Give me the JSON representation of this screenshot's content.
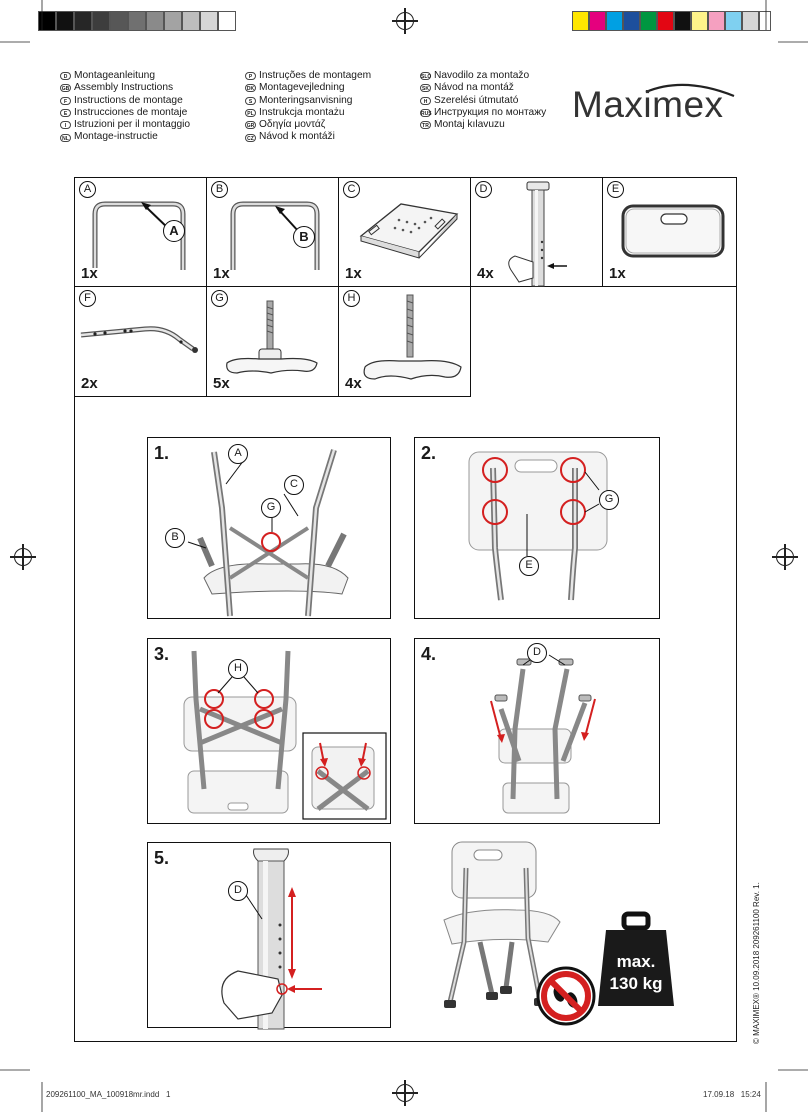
{
  "brand": {
    "logo_text": "Maximex"
  },
  "languages": {
    "col1": [
      {
        "code": "D",
        "text": "Montageanleitung"
      },
      {
        "code": "GB",
        "text": "Assembly Instructions"
      },
      {
        "code": "F",
        "text": "Instructions de montage"
      },
      {
        "code": "E",
        "text": "Instrucciones de montaje"
      },
      {
        "code": "I",
        "text": "Istruzioni per il montaggio"
      },
      {
        "code": "NL",
        "text": "Montage-instructie"
      }
    ],
    "col2": [
      {
        "code": "P",
        "text": "Instruções de montagem"
      },
      {
        "code": "DK",
        "text": "Montagevejledning"
      },
      {
        "code": "S",
        "text": "Monteringsanvisning"
      },
      {
        "code": "PL",
        "text": "Instrukcja montażu"
      },
      {
        "code": "GR",
        "text": "Οδηγία μοντάζ"
      },
      {
        "code": "CZ",
        "text": "Návod k montáži"
      }
    ],
    "col3": [
      {
        "code": "SLO",
        "text": "Navodilo za montažo"
      },
      {
        "code": "SK",
        "text": "Návod na montáž"
      },
      {
        "code": "H",
        "text": "Szerelési útmutató"
      },
      {
        "code": "RUS",
        "text": "Инструкция по монтажу"
      },
      {
        "code": "TR",
        "text": "Montaj kılavuzu"
      }
    ]
  },
  "parts": [
    {
      "letter": "A",
      "qty": "1x",
      "callout": "A"
    },
    {
      "letter": "B",
      "qty": "1x",
      "callout": "B"
    },
    {
      "letter": "C",
      "qty": "1x"
    },
    {
      "letter": "D",
      "qty": "4x"
    },
    {
      "letter": "E",
      "qty": "1x"
    },
    {
      "letter": "F",
      "qty": "2x"
    },
    {
      "letter": "G",
      "qty": "5x"
    },
    {
      "letter": "H",
      "qty": "4x"
    }
  ],
  "steps": [
    {
      "num": "1.",
      "callouts": [
        "A",
        "B",
        "C",
        "G"
      ]
    },
    {
      "num": "2.",
      "callouts": [
        "G",
        "E"
      ]
    },
    {
      "num": "3.",
      "callouts": [
        "H"
      ]
    },
    {
      "num": "4.",
      "callouts": [
        "D"
      ]
    },
    {
      "num": "5.",
      "callouts": [
        "D"
      ]
    }
  ],
  "weight": {
    "line1": "max.",
    "line2": "130 kg"
  },
  "copyright": "© MAXIMEX® 10.09.2018 209261100 Rev. 1.",
  "footer": {
    "file": "209261100_MA_100918mr.indd   1",
    "datetime": "17.09.18   15:24"
  },
  "colors": {
    "cyan": "#00a0e3",
    "magenta": "#e5007e",
    "yellow": "#ffe600",
    "red": "#e30613",
    "green": "#009640",
    "blue": "#1d4f9c",
    "purple": "#951b81",
    "orange": "#f39200",
    "lime": "#c4d600",
    "pink": "#f5a0c0",
    "callout_red": "#d42020"
  }
}
